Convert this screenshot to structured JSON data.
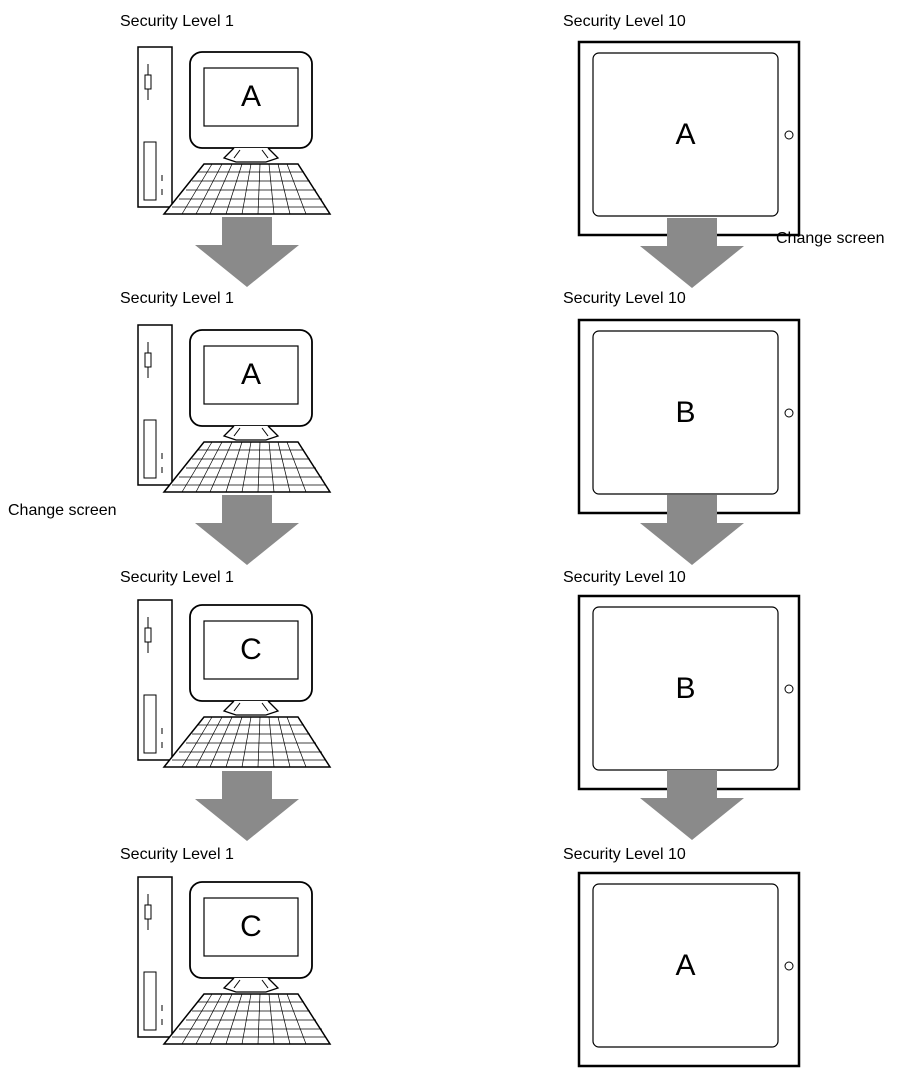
{
  "left_column": {
    "steps": [
      {
        "label": "Security Level 1",
        "screen": "A"
      },
      {
        "label": "Security Level 1",
        "screen": "A"
      },
      {
        "label": "Security Level 1",
        "screen": "C"
      },
      {
        "label": "Security Level 1",
        "screen": "C"
      }
    ],
    "transition_note": "Change screen"
  },
  "right_column": {
    "steps": [
      {
        "label": "Security Level 10",
        "screen": "A"
      },
      {
        "label": "Security Level 10",
        "screen": "B"
      },
      {
        "label": "Security Level 10",
        "screen": "B"
      },
      {
        "label": "Security Level 10",
        "screen": "A"
      }
    ],
    "transition_note": "Change screen"
  },
  "colors": {
    "arrow": "#8a8a8a",
    "line": "#000000"
  }
}
